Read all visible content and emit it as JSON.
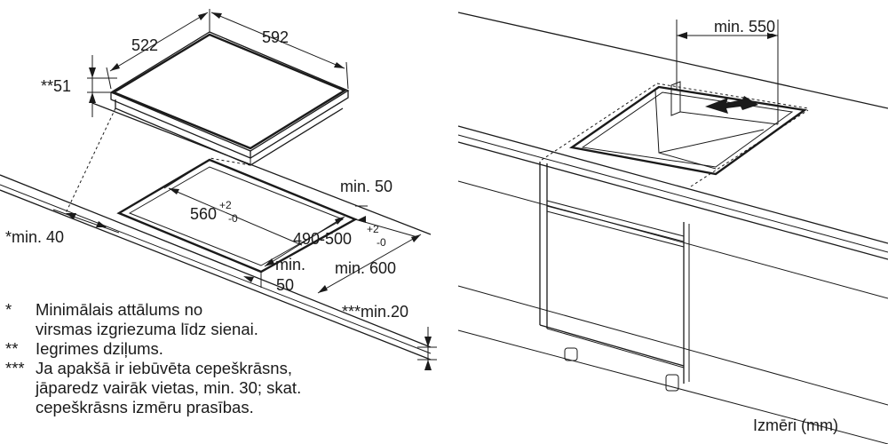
{
  "dimensions": {
    "depth": "522",
    "width": "592",
    "height": "**51",
    "side_min": "min. 50",
    "cutout_width": "560",
    "cutout_width_tol_plus": "+2",
    "cutout_width_tol_minus": "-0",
    "cutout_depth": "490-500",
    "cutout_depth_tol_plus": "+2",
    "cutout_depth_tol_minus": "-0",
    "wall_min": "*min. 40",
    "front_min_a": "min.",
    "front_min_b": "50",
    "worktop_depth_min": "min. 600",
    "worktop_thickness_min": "***min.20",
    "vent_min": "min. 550"
  },
  "notes": [
    {
      "mark": "*",
      "lines": [
        "Minimālais attālums no",
        "virsmas izgriezuma līdz sienai."
      ]
    },
    {
      "mark": "**",
      "lines": [
        "Iegrimes dziļums."
      ]
    },
    {
      "mark": "***",
      "lines": [
        "Ja apakšā ir iebūvēta cepeškrāsns,",
        "jāparedz vairāk vietas, min. 30; skat.",
        "cepeškrāsns izmēru prasības."
      ]
    }
  ],
  "units_label": "Izmēri (mm)"
}
